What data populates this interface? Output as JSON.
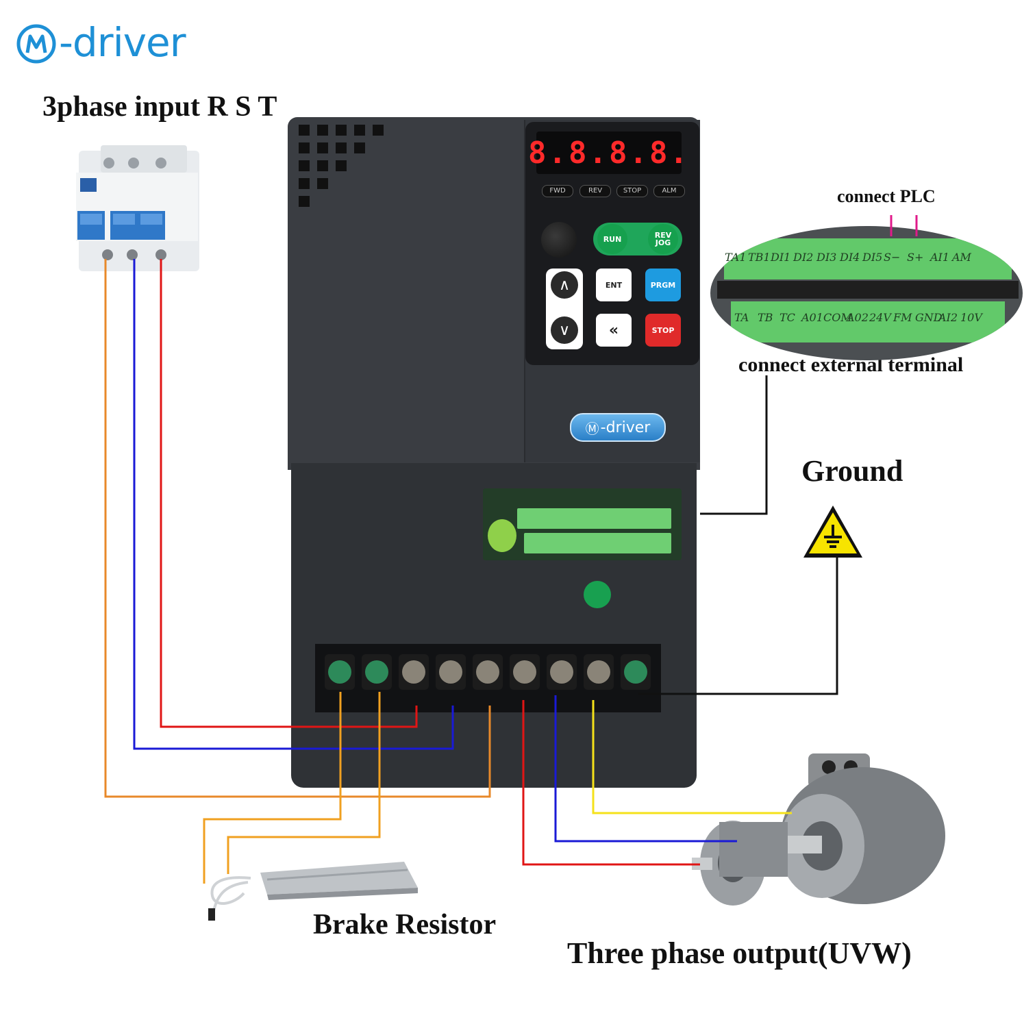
{
  "brand": {
    "name": "-driver",
    "color": "#1e90d6"
  },
  "labels": {
    "input": "3phase input R S T",
    "plc": "connect PLC",
    "external": "connect external terminal",
    "ground": "Ground",
    "brake": "Brake Resistor",
    "output": "Three phase output(UVW)"
  },
  "keypad": {
    "display": "8.8.8.8.",
    "indicators": [
      "FWD",
      "REV",
      "STOP",
      "ALM"
    ],
    "run": "RUN",
    "revjog_1": "REV",
    "revjog_2": "JOG",
    "ent": "ENT",
    "prgm": "PRGM",
    "stop": "STOP",
    "badge": "-driver"
  },
  "terminals_top": [
    "TA1",
    "TB1",
    "DI1",
    "DI2",
    "DI3",
    "DI4",
    "DI5",
    "S−",
    "S+",
    "AI1",
    "AM"
  ],
  "terminals_bottom": [
    "TA",
    "TB",
    "TC",
    "A01",
    "COM",
    "A02",
    "24V",
    "FM",
    "GND",
    "AI2",
    "10V"
  ],
  "wire_colors": {
    "orange": "#e8892a",
    "amber": "#f0a020",
    "blue": "#1a1ad6",
    "red": "#e01515",
    "yellow": "#f5e21a",
    "black": "#111111"
  }
}
